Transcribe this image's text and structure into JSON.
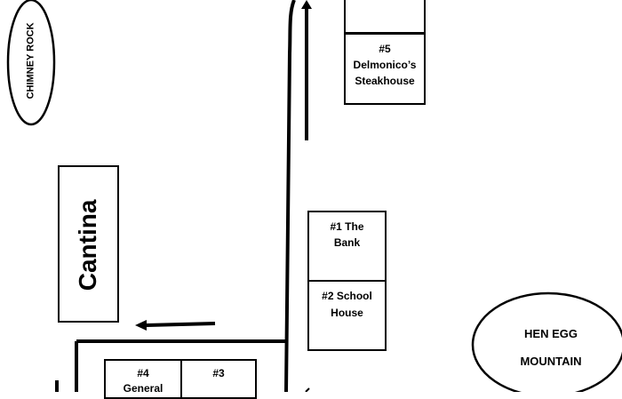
{
  "map": {
    "landmarks": {
      "chimney_rock": "CHIMNEY ROCK",
      "hen_egg_mountain_line1": "HEN EGG",
      "hen_egg_mountain_line2": "MOUNTAIN"
    },
    "buildings": {
      "cantina": "Cantina",
      "b5_number": "#5",
      "b5_name1": "Delmonico’s",
      "b5_name2": "Steakhouse",
      "b1_line1": "#1 The",
      "b1_line2": "Bank",
      "b2_line1": "#2 School",
      "b2_line2": "House",
      "b4_number": "#4",
      "b4_name": "General",
      "b3_number": "#3"
    },
    "colors": {
      "ink": "#000000",
      "paper": "#ffffff"
    }
  }
}
